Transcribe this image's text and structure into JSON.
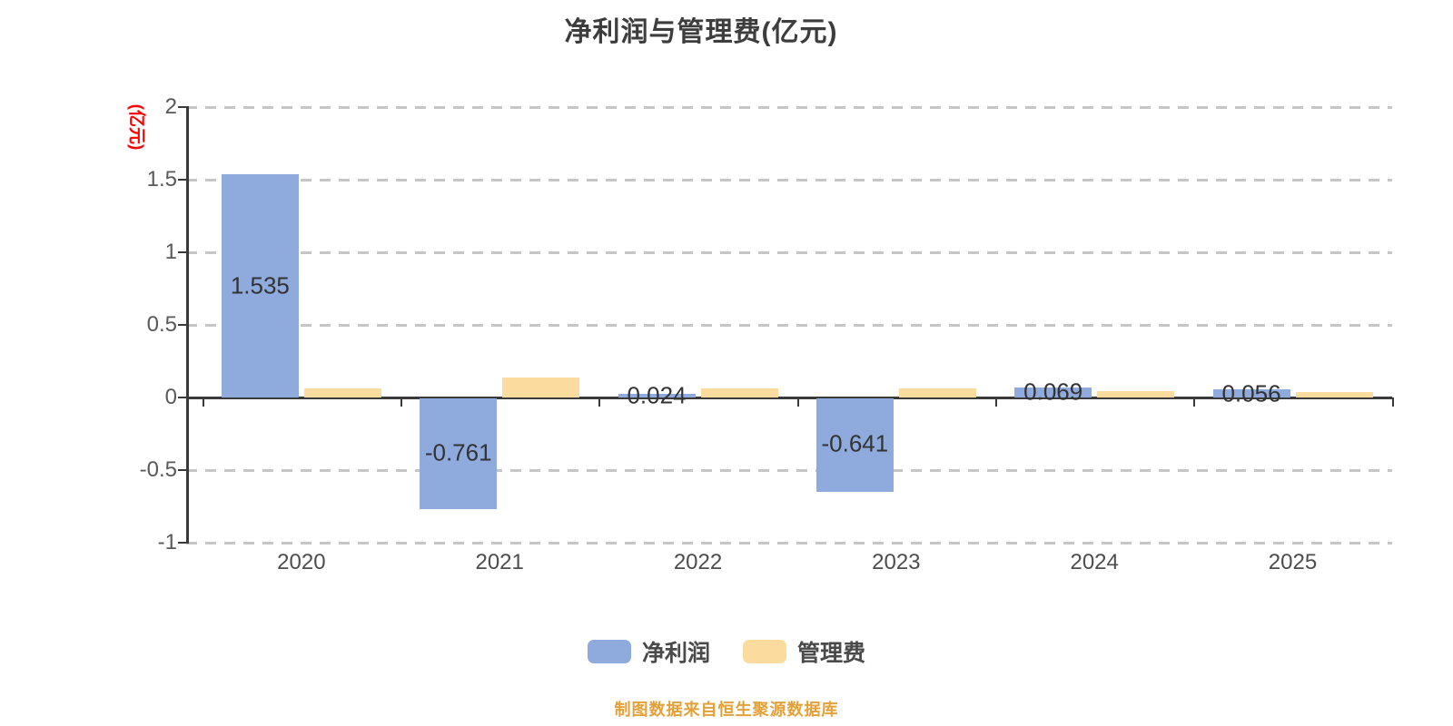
{
  "title": "净利润与管理费(亿元)",
  "y_axis_unit": {
    "label": "(亿元)",
    "color": "#FF0000"
  },
  "chart_data": {
    "type": "bar",
    "title": "净利润与管理费(亿元)",
    "ylabel": "(亿元)",
    "categories": [
      "2020",
      "2021",
      "2022",
      "2023",
      "2024",
      "2025"
    ],
    "series": [
      {
        "name": "净利润",
        "color": "#8FAADC",
        "values": [
          1.535,
          -0.761,
          0.024,
          -0.641,
          0.069,
          0.056
        ],
        "data_labels": [
          "1.535",
          "-0.761",
          "0.024",
          "-0.641",
          "0.069",
          "0.056"
        ],
        "show_labels": true
      },
      {
        "name": "管理费",
        "color": "#FBDC9E",
        "values": [
          0.06,
          0.14,
          0.06,
          0.065,
          0.045,
          0.04
        ],
        "show_labels": false
      }
    ],
    "ylim": [
      -1,
      2
    ],
    "y_ticks": [
      {
        "label": "2",
        "value": 2
      },
      {
        "label": "1.5",
        "value": 1.5
      },
      {
        "label": "1",
        "value": 1
      },
      {
        "label": "0.5",
        "value": 0.5
      },
      {
        "label": "0",
        "value": 0
      },
      {
        "label": "-0.5",
        "value": -0.5
      },
      {
        "label": "-1",
        "value": -1
      }
    ],
    "grid": "horizontal dashed",
    "legend_position": "bottom"
  },
  "legend": {
    "items": [
      {
        "label": "净利润",
        "color": "#8FAADC"
      },
      {
        "label": "管理费",
        "color": "#FBDC9E"
      }
    ]
  },
  "footer": {
    "text": "制图数据来自恒生聚源数据库",
    "color": "#E2A139"
  }
}
